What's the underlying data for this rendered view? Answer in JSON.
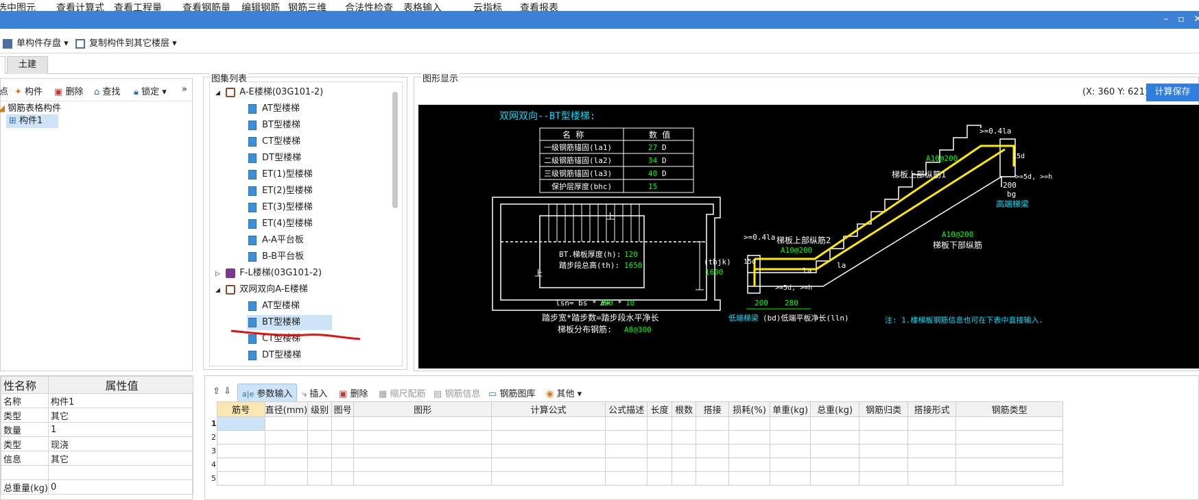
{
  "menu": [
    "选中图元",
    "查看计算式",
    "查看工程量",
    "查看钢筋量",
    "编辑钢筋",
    "钢筋三维",
    "合法性检查",
    "表格输入",
    "云指标",
    "查看报表"
  ],
  "toolbar": {
    "save_single": "单构件存盘",
    "copy_to_floor": "复制构件到其它楼层"
  },
  "tabs": {
    "civil": "土建"
  },
  "left_panel": {
    "tool_point": "点",
    "tool_component": "构件",
    "tool_delete": "删除",
    "tool_find": "查找",
    "tool_lock": "锁定",
    "tree_root": "钢筋表格构件",
    "tree_child": "构件1"
  },
  "property_table": {
    "header_name": "性名称",
    "header_value": "属性值",
    "rows": [
      {
        "name": "名称",
        "value": "构件1"
      },
      {
        "name": "类型",
        "value": "其它"
      },
      {
        "name": "数量",
        "value": "1"
      },
      {
        "name": "类型",
        "value": "现浇"
      },
      {
        "name": "信息",
        "value": "其它"
      },
      {
        "name": "",
        "value": ""
      },
      {
        "name": "总重量(kg)",
        "value": "0"
      }
    ]
  },
  "atlas": {
    "title": "图集列表",
    "group1": "A-E楼梯(03G101-2)",
    "group1_items": [
      "AT型楼梯",
      "BT型楼梯",
      "CT型楼梯",
      "DT型楼梯",
      "ET(1)型楼梯",
      "ET(2)型楼梯",
      "ET(3)型楼梯",
      "ET(4)型楼梯",
      "A-A平台板",
      "B-B平台板"
    ],
    "group2": "F-L楼梯(03G101-2)",
    "group3": "双网双向A-E楼梯",
    "group3_items": [
      "AT型楼梯",
      "BT型楼梯",
      "CT型楼梯",
      "DT型楼梯"
    ]
  },
  "graphic": {
    "title": "图形显示",
    "coords": "(X: 360 Y: 621)",
    "calc_save": "计算保存",
    "drawing_title": "双网双向--BT型楼梯:",
    "table_header_name": "名 称",
    "table_header_value": "数 值",
    "table_rows": [
      {
        "name": "一级钢筋锚固(la1)",
        "value": "27",
        "unit": "D"
      },
      {
        "name": "二级钢筋锚固(la2)",
        "value": "34",
        "unit": "D"
      },
      {
        "name": "三级钢筋锚固(la3)",
        "value": "40",
        "unit": "D"
      },
      {
        "name": "保护层厚度(bhc)",
        "value": "15",
        "unit": ""
      }
    ],
    "plan_label_h": "BT.梯板厚度(h):",
    "plan_value_h": "120",
    "plan_label_th": "踏步段总高(th):",
    "plan_value_th": "1650",
    "tbjk_label": "(tbjk)",
    "tbjk_value": "1600",
    "up": "上",
    "lsn": "lsn= bs * m=",
    "bs": "280",
    "m": "10",
    "formula": "踏步宽*踏步数=踏步段水平净长",
    "dist_label": "梯板分布钢筋:",
    "dist_value": "A8@300",
    "top_bar1": "梯板上部纵筋1",
    "top_bar1_value": "A10@200",
    "top_bar2": "梯板上部纵筋2",
    "top_bar2_value": "A10@200",
    "bottom_bar": "梯板下部纵筋",
    "bottom_bar_value": "A10@200",
    "high_beam": "高端梯梁",
    "low_beam": "低端梯梁",
    "low_flat": "(bd)低端平板净长(lln)",
    "v200a": "200",
    "v200b": "200",
    "v280": "280",
    "bg": "bg",
    "la": "la",
    "d15": "15d",
    "d5h": ">=5d, >=h",
    "d041": ">=0.4la",
    "note": "注: 1.楼梯板钢筋信息也可在下表中直接输入."
  },
  "bottom_toolbar": {
    "param_input": "参数输入",
    "insert": "插入",
    "delete": "删除",
    "scale": "缩尺配筋",
    "info": "钢筋信息",
    "lib": "钢筋图库",
    "other": "其他"
  },
  "grid": {
    "headers": [
      "筋号",
      "直径(mm)",
      "级别",
      "图号",
      "图形",
      "计算公式",
      "公式描述",
      "长度",
      "根数",
      "搭接",
      "损耗(%)",
      "单重(kg)",
      "总重(kg)",
      "钢筋归类",
      "搭接形式",
      "钢筋类型"
    ],
    "rows": [
      "1",
      "2",
      "3",
      "4",
      "5"
    ]
  }
}
